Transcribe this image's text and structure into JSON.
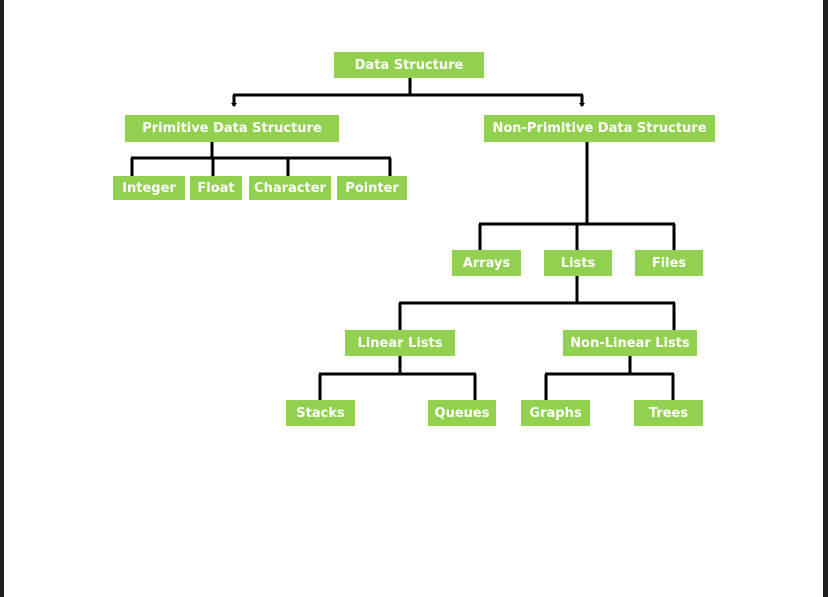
{
  "diagram": {
    "colors": {
      "node_fill": "#92d050",
      "node_text": "#ffffff",
      "connector": "#000000",
      "background": "#ffffff"
    },
    "nodes": {
      "root": "Data Structure",
      "primitive": "Primitive Data Structure",
      "non_primitive": "Non-Primitive Data Structure",
      "integer": "Integer",
      "float": "Float",
      "character": "Character",
      "pointer": "Pointer",
      "arrays": "Arrays",
      "lists": "Lists",
      "files": "Files",
      "linear_lists": "Linear Lists",
      "non_linear_lists": "Non-Linear Lists",
      "stacks": "Stacks",
      "queues": "Queues",
      "graphs": "Graphs",
      "trees": "Trees"
    },
    "edges": [
      [
        "root",
        "primitive"
      ],
      [
        "root",
        "non_primitive"
      ],
      [
        "primitive",
        "integer"
      ],
      [
        "primitive",
        "float"
      ],
      [
        "primitive",
        "character"
      ],
      [
        "primitive",
        "pointer"
      ],
      [
        "non_primitive",
        "arrays"
      ],
      [
        "non_primitive",
        "lists"
      ],
      [
        "non_primitive",
        "files"
      ],
      [
        "lists",
        "linear_lists"
      ],
      [
        "lists",
        "non_linear_lists"
      ],
      [
        "linear_lists",
        "stacks"
      ],
      [
        "linear_lists",
        "queues"
      ],
      [
        "non_linear_lists",
        "graphs"
      ],
      [
        "non_linear_lists",
        "trees"
      ]
    ]
  }
}
